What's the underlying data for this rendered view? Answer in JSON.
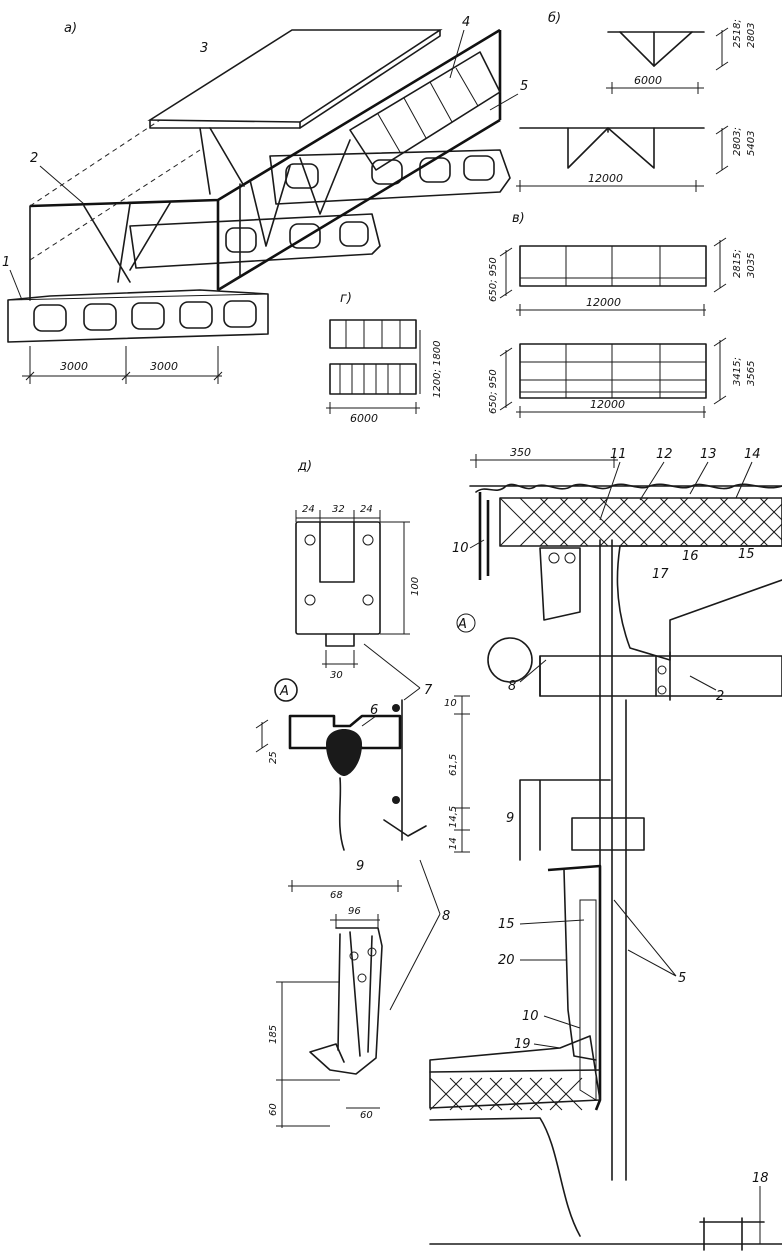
{
  "panels": {
    "a": "а)",
    "b": "б)",
    "v": "в)",
    "g": "г)",
    "d": "д)"
  },
  "callouts": [
    "1",
    "2",
    "3",
    "4",
    "5",
    "6",
    "7",
    "8",
    "9",
    "10",
    "11",
    "12",
    "13",
    "14",
    "15",
    "16",
    "17",
    "18",
    "19",
    "20"
  ],
  "detail_marker": "A",
  "dims": {
    "a_span1": "3000",
    "a_span2": "3000",
    "b_truss_6000": "6000",
    "b_h1": "2518;",
    "b_h1b": "2803",
    "b_truss_12000": "12000",
    "b_h2": "2803;",
    "b_h2b": "5403",
    "v_left1": "650; 950",
    "v_len1": "12000",
    "v_h1": "2815;",
    "v_h1b": "3035",
    "v_left2": "650; 950",
    "v_len2": "12000",
    "v_h2": "3415;",
    "v_h2b": "3565",
    "g_len": "6000",
    "g_h": "1200; 1800",
    "d_w24a": "24",
    "d_w32": "32",
    "d_w24b": "24",
    "d_h100": "100",
    "d_w30": "30",
    "d_h10": "10",
    "d_h25": "25",
    "d_h615": "61,5",
    "d_h145": "14,5",
    "d_h14": "14",
    "d_w68": "68",
    "d_w96": "96",
    "d_h185": "185",
    "d_h60": "60",
    "d_w60": "60",
    "d_w350": "350"
  }
}
